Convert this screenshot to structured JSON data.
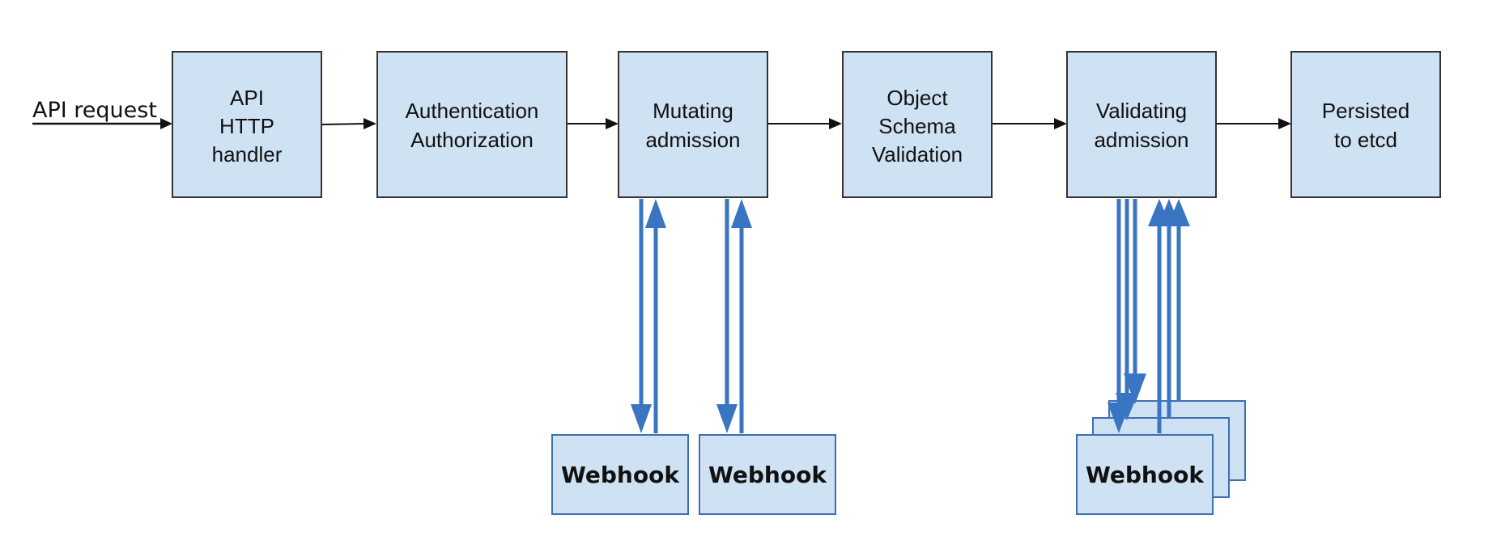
{
  "diagram": {
    "request_label": "API request",
    "stages": [
      {
        "lines": [
          "API",
          "HTTP",
          "handler"
        ]
      },
      {
        "lines": [
          "Authentication",
          "Authorization"
        ]
      },
      {
        "lines": [
          "Mutating",
          "admission"
        ]
      },
      {
        "lines": [
          "Object",
          "Schema",
          "Validation"
        ]
      },
      {
        "lines": [
          "Validating",
          "admission"
        ]
      },
      {
        "lines": [
          "Persisted",
          "to etcd"
        ]
      }
    ],
    "webhooks": [
      {
        "label": "Webhook"
      },
      {
        "label": "Webhook"
      },
      {
        "label": "Webhook"
      }
    ]
  },
  "colors": {
    "box_fill": "#cfe2f3",
    "box_stroke": "#333333",
    "webhook_stroke": "#3d6fb4",
    "webhook_arrow": "#3a75c4",
    "main_arrow": "#111111"
  }
}
